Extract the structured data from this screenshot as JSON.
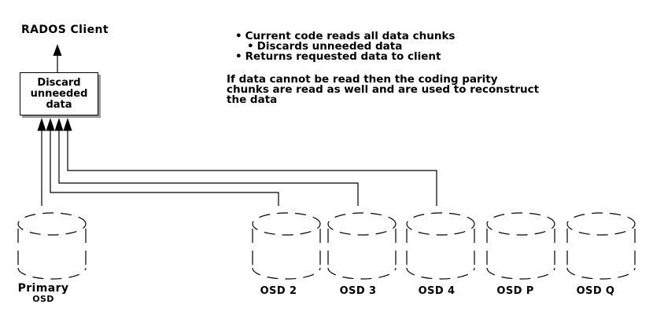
{
  "client": {
    "label": "RADOS Client"
  },
  "discard_box": {
    "lines": [
      "Discard",
      "unneeded",
      "data"
    ]
  },
  "notes": {
    "bullet_char": "•",
    "items": [
      {
        "text": "Current code reads all data chunks",
        "level": 1
      },
      {
        "text": "Discards unneeded data",
        "level": 2
      },
      {
        "text": "Returns requested data to client",
        "level": 1
      }
    ],
    "paragraph_lines": [
      "If data cannot be read then the coding parity",
      "chunks are read as well and are used to reconstruct",
      "the data"
    ]
  },
  "osds": [
    {
      "label": "Primary",
      "sublabel": "OSD",
      "connected_to_box": true
    },
    {
      "label": "OSD 2",
      "connected_to_box": true
    },
    {
      "label": "OSD 3",
      "connected_to_box": true
    },
    {
      "label": "OSD 4",
      "connected_to_box": true
    },
    {
      "label": "OSD P",
      "connected_to_box": false
    },
    {
      "label": "OSD Q",
      "connected_to_box": false
    }
  ],
  "colors": {
    "line": "#000000",
    "background": "#ffffff",
    "box_shadow": "#9a9a9a"
  }
}
